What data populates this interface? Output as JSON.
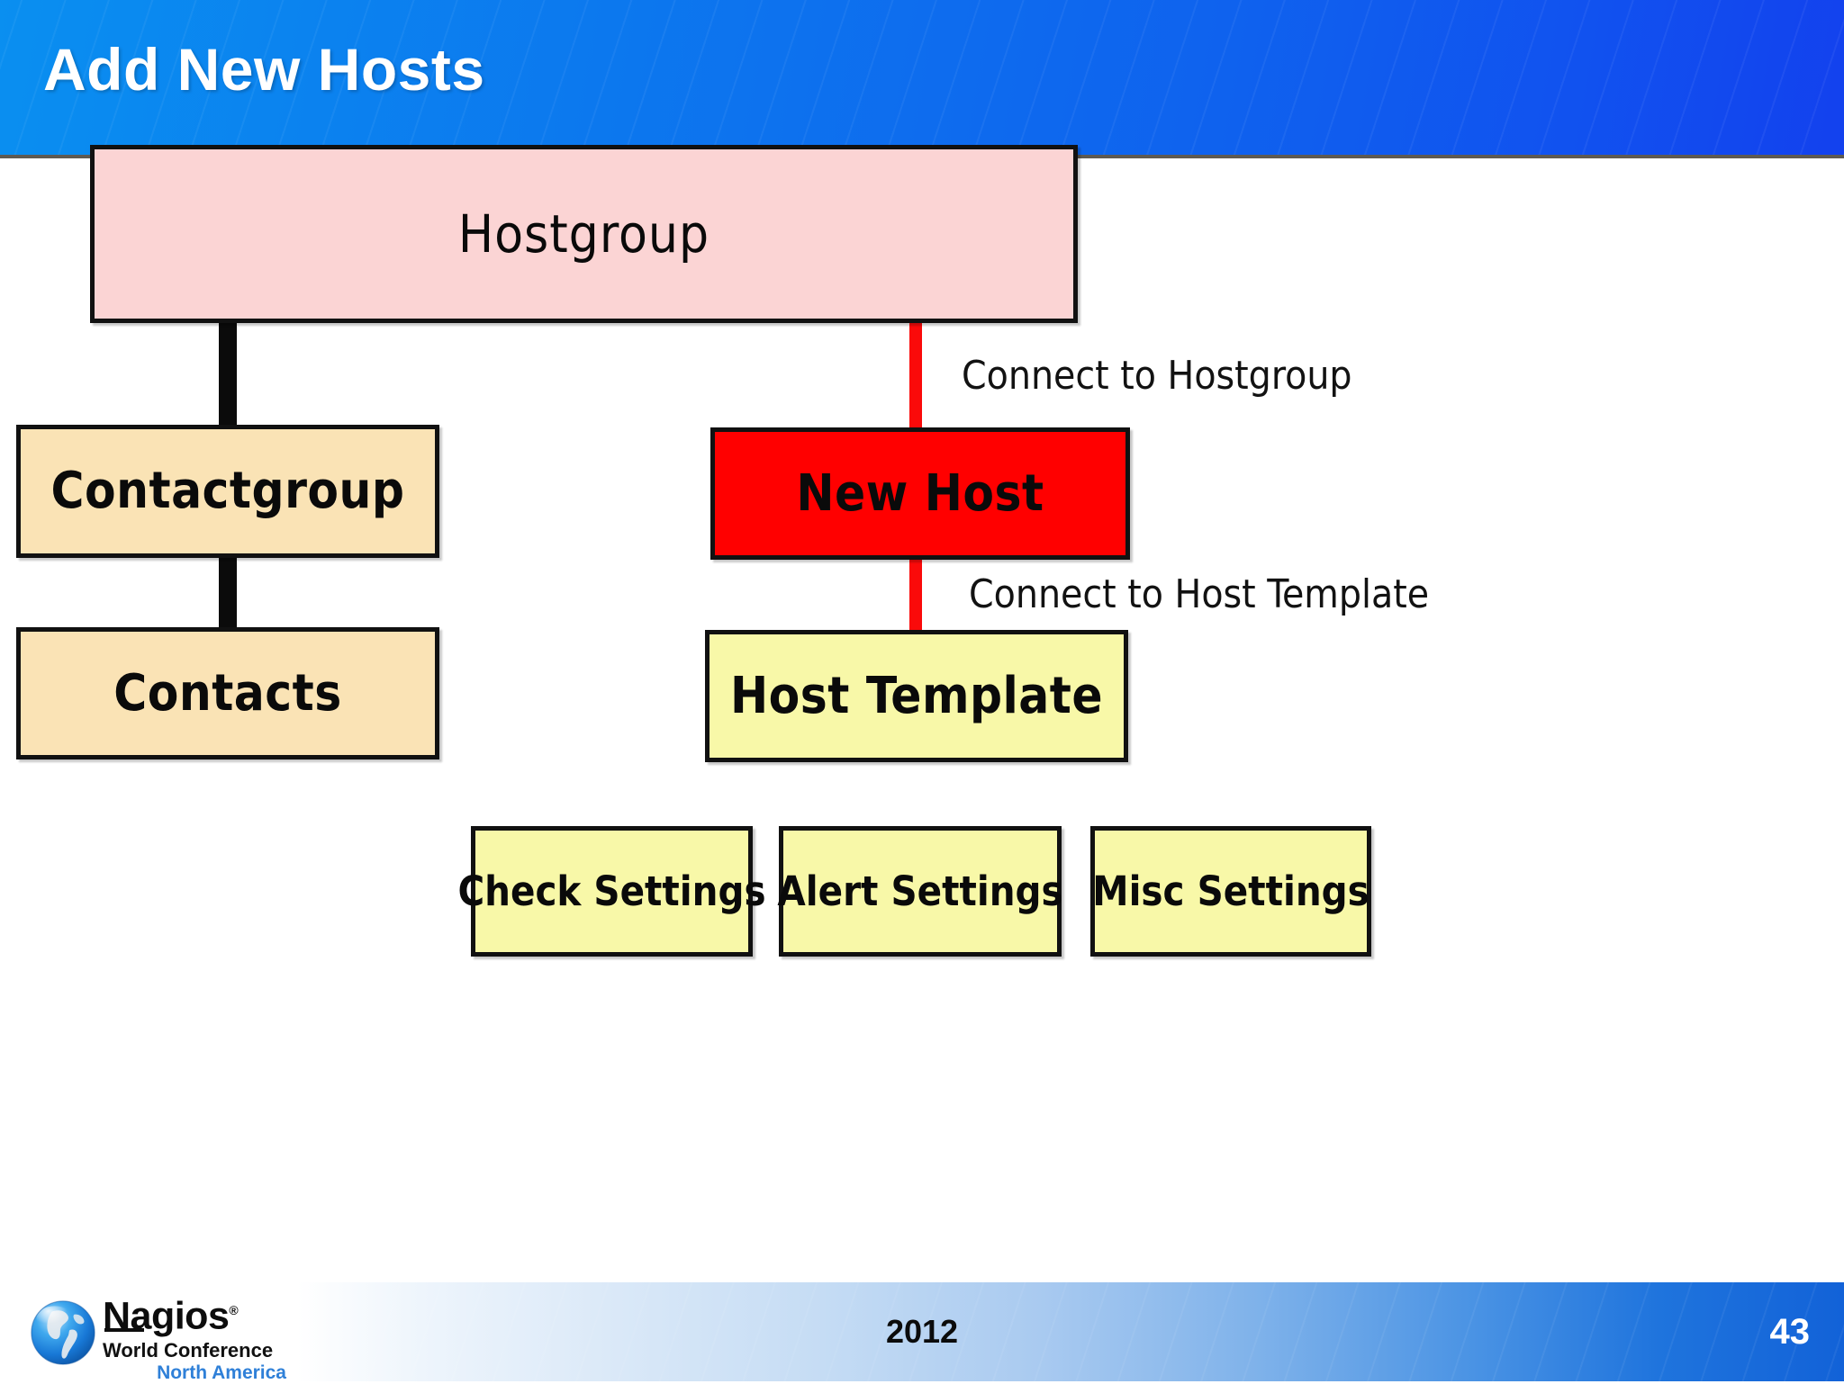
{
  "slide": {
    "title": "Add New Hosts",
    "page_number": "43",
    "year": "2012"
  },
  "header": {
    "background_start": "#0a8ff0",
    "background_end": "#1341ee",
    "title_color": "#ffffff"
  },
  "diagram": {
    "nodes": [
      {
        "id": "hostgroup",
        "label": "Hostgroup",
        "fill": "#fbd4d4",
        "border": "#111111"
      },
      {
        "id": "contactgroup",
        "label": "Contactgroup",
        "fill": "#fae3b5",
        "border": "#111111"
      },
      {
        "id": "contacts",
        "label": "Contacts",
        "fill": "#fae3b5",
        "border": "#111111"
      },
      {
        "id": "newhost",
        "label": "New Host",
        "fill": "#ff0000",
        "border": "#111111"
      },
      {
        "id": "hosttemplate",
        "label": "Host Template",
        "fill": "#f8f8a8",
        "border": "#111111"
      }
    ],
    "settings": [
      {
        "id": "check",
        "label": "Check Settings",
        "fill": "#f8f8a8"
      },
      {
        "id": "alert",
        "label": "Alert Settings",
        "fill": "#f8f8a8"
      },
      {
        "id": "misc",
        "label": "Misc Settings",
        "fill": "#f8f8a8"
      }
    ],
    "edges": [
      {
        "id": "hostgroup-contactgroup",
        "label": "",
        "color": "#0b0b0b"
      },
      {
        "id": "contactgroup-contacts",
        "label": "",
        "color": "#0b0b0b"
      },
      {
        "id": "hostgroup-newhost",
        "label": "Connect to Hostgroup",
        "color": "#fa0a0a"
      },
      {
        "id": "newhost-hosttemplate",
        "label": "Connect to Host Template",
        "color": "#fa0a0a"
      }
    ]
  },
  "footer": {
    "logo": {
      "name": "Nagios",
      "registered_mark": "®",
      "line1": "World Conference",
      "line2": "North America",
      "line2_color": "#2f80d8"
    }
  }
}
